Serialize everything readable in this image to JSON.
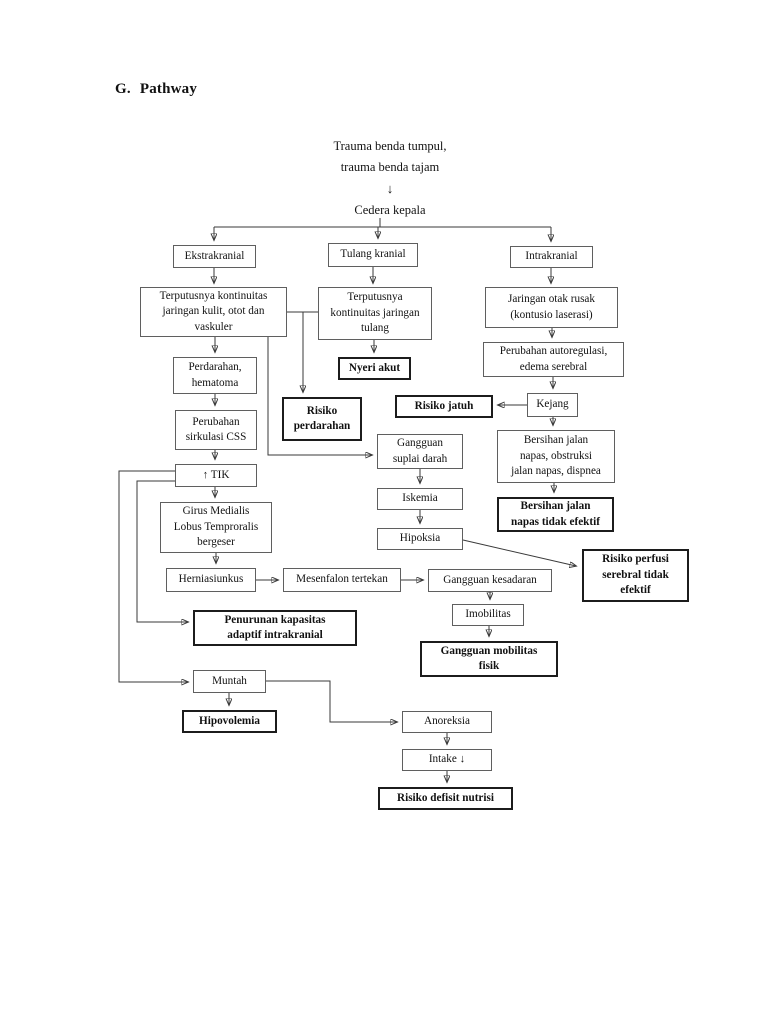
{
  "page": {
    "title_prefix": "G.",
    "title_text": "Pathway"
  },
  "intro": {
    "line1": "Trauma benda tumpul,",
    "line2": "trauma benda tajam",
    "down_arrow": "↓",
    "result": "Cedera kepala"
  },
  "colors": {
    "background": "#ffffff",
    "text": "#111111",
    "box_border": "#5f5f5f",
    "emphasis_border": "#1c1c1c",
    "connector": "#3a3a3a"
  },
  "nodes": {
    "ekstrakranial": {
      "label": "Ekstrakranial",
      "emphasis": false
    },
    "tulang_kranial": {
      "label": "Tulang kranial",
      "emphasis": false
    },
    "intrakranial": {
      "label": "Intrakranial",
      "emphasis": false
    },
    "terputus_kulit": {
      "label": "Terputusnya kontinuitas\njaringan kulit, otot dan\nvaskuler",
      "emphasis": false
    },
    "terputus_tulang": {
      "label": "Terputusnya\nkontinuitas jaringan\ntulang",
      "emphasis": false
    },
    "jaringan_otak": {
      "label": "Jaringan otak rusak\n(kontusio laserasi)",
      "emphasis": false
    },
    "perdarahan_hematoma": {
      "label": "Perdarahan,\nhematoma",
      "emphasis": false
    },
    "nyeri_akut": {
      "label": "Nyeri akut",
      "emphasis": true
    },
    "perubahan_autoregulasi": {
      "label": "Perubahan autoregulasi,\nedema serebral",
      "emphasis": false
    },
    "risiko_perdarahan": {
      "label": "Risiko\nperdarahan",
      "emphasis": true
    },
    "risiko_jatuh": {
      "label": "Risiko jatuh",
      "emphasis": true
    },
    "kejang": {
      "label": "Kejang",
      "emphasis": false
    },
    "perubahan_css": {
      "label": "Perubahan\nsirkulasi CSS",
      "emphasis": false
    },
    "gangguan_suplai": {
      "label": "Gangguan\nsuplai darah",
      "emphasis": false
    },
    "bersihan_obstruksi": {
      "label": "Bersihan jalan\nnapas, obstruksi\njalan napas, dispnea",
      "emphasis": false
    },
    "tik": {
      "label": "↑ TIK",
      "emphasis": false
    },
    "iskemia": {
      "label": "Iskemia",
      "emphasis": false
    },
    "bersihan_tidak_efektif": {
      "label": "Bersihan jalan\nnapas tidak efektif",
      "emphasis": true
    },
    "girus": {
      "label": "Girus Medialis\nLobus Temproralis\nbergeser",
      "emphasis": false
    },
    "hipoksia": {
      "label": "Hipoksia",
      "emphasis": false
    },
    "herniasiunkus": {
      "label": "Herniasiunkus",
      "emphasis": false
    },
    "mesenfalon": {
      "label": "Mesenfalon tertekan",
      "emphasis": false
    },
    "gangguan_kesadaran": {
      "label": "Gangguan kesadaran",
      "emphasis": false
    },
    "risiko_perfusi": {
      "label": "Risiko perfusi\nserebral tidak\nefektif",
      "emphasis": true
    },
    "imobilitas": {
      "label": "Imobilitas",
      "emphasis": false
    },
    "penurunan_kapasitas": {
      "label": "Penurunan kapasitas\nadaptif intrakranial",
      "emphasis": true
    },
    "gangguan_mobilitas": {
      "label": "Gangguan mobilitas\nfisik",
      "emphasis": true
    },
    "muntah": {
      "label": "Muntah",
      "emphasis": false
    },
    "hipovolemia": {
      "label": "Hipovolemia",
      "emphasis": true
    },
    "anoreksia": {
      "label": "Anoreksia",
      "emphasis": false
    },
    "intake": {
      "label": "Intake ↓",
      "emphasis": false
    },
    "risiko_defisit": {
      "label": "Risiko defisit nutrisi",
      "emphasis": true
    }
  },
  "edges": [
    {
      "from": "cedera_kepala",
      "to": "ekstrakranial"
    },
    {
      "from": "cedera_kepala",
      "to": "tulang_kranial"
    },
    {
      "from": "cedera_kepala",
      "to": "intrakranial"
    },
    {
      "from": "ekstrakranial",
      "to": "terputus_kulit"
    },
    {
      "from": "tulang_kranial",
      "to": "terputus_tulang"
    },
    {
      "from": "intrakranial",
      "to": "jaringan_otak"
    },
    {
      "from": "terputus_kulit",
      "to": "perdarahan_hematoma"
    },
    {
      "from": "terputus_kulit",
      "to": "risiko_perdarahan"
    },
    {
      "from": "terputus_kulit",
      "to": "gangguan_suplai"
    },
    {
      "from": "terputus_tulang",
      "to": "nyeri_akut"
    },
    {
      "from": "jaringan_otak",
      "to": "perubahan_autoregulasi"
    },
    {
      "from": "perubahan_autoregulasi",
      "to": "kejang"
    },
    {
      "from": "kejang",
      "to": "risiko_jatuh"
    },
    {
      "from": "kejang",
      "to": "bersihan_obstruksi"
    },
    {
      "from": "bersihan_obstruksi",
      "to": "bersihan_tidak_efektif"
    },
    {
      "from": "perdarahan_hematoma",
      "to": "perubahan_css"
    },
    {
      "from": "perubahan_css",
      "to": "tik"
    },
    {
      "from": "tik",
      "to": "girus"
    },
    {
      "from": "tik",
      "to": "penurunan_kapasitas"
    },
    {
      "from": "tik",
      "to": "muntah"
    },
    {
      "from": "girus",
      "to": "herniasiunkus"
    },
    {
      "from": "herniasiunkus",
      "to": "mesenfalon"
    },
    {
      "from": "mesenfalon",
      "to": "gangguan_kesadaran"
    },
    {
      "from": "gangguan_suplai",
      "to": "iskemia"
    },
    {
      "from": "iskemia",
      "to": "hipoksia"
    },
    {
      "from": "hipoksia",
      "to": "risiko_perfusi"
    },
    {
      "from": "gangguan_kesadaran",
      "to": "imobilitas"
    },
    {
      "from": "imobilitas",
      "to": "gangguan_mobilitas"
    },
    {
      "from": "muntah",
      "to": "hipovolemia"
    },
    {
      "from": "muntah",
      "to": "anoreksia"
    },
    {
      "from": "anoreksia",
      "to": "intake"
    },
    {
      "from": "intake",
      "to": "risiko_defisit"
    }
  ]
}
